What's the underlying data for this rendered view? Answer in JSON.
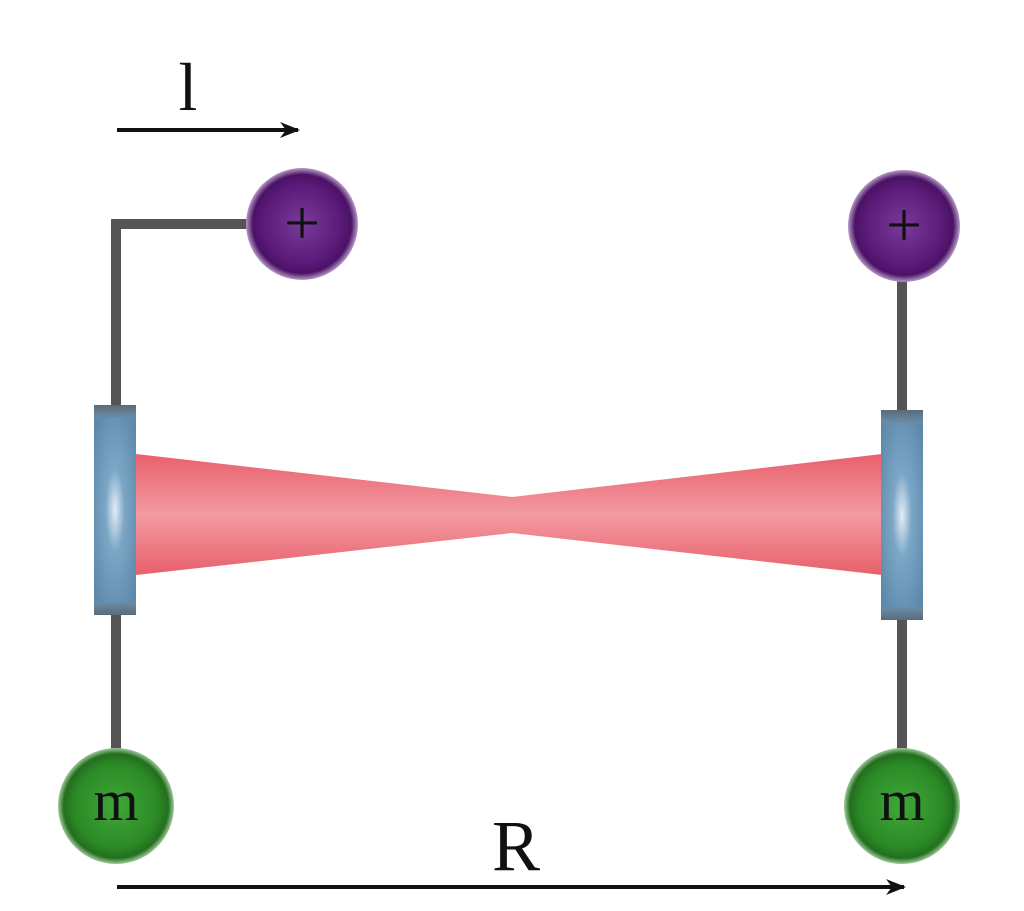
{
  "labels": {
    "top_arrow": "l",
    "bottom_arrow": "R"
  },
  "charges": {
    "left": "+",
    "right": "+"
  },
  "masses": {
    "left": "m",
    "right": "m"
  },
  "colors": {
    "rod": "#555555",
    "charge_ball": "#5e1f7a",
    "mass_ball": "#2f8a2a",
    "mirror": "#6f97b8",
    "beam": "#ee7a83",
    "arrow": "#111111"
  }
}
